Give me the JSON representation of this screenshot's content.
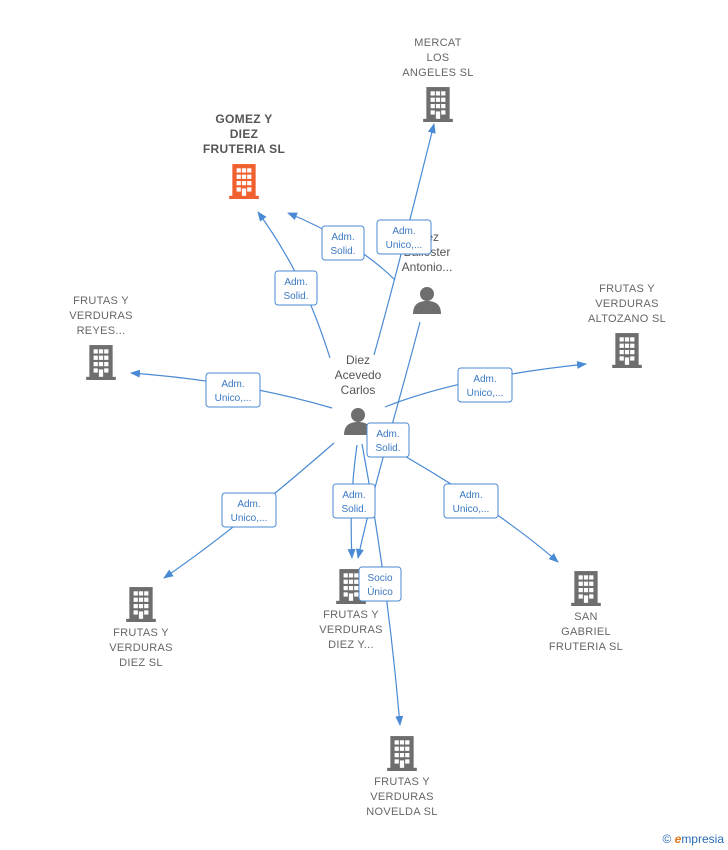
{
  "companies": [
    {
      "id": "gomez",
      "lines": [
        "GOMEZ Y",
        "DIEZ",
        "FRUTERIA  SL"
      ],
      "focus": true
    },
    {
      "id": "mercat",
      "lines": [
        "MERCAT",
        "LOS",
        "ANGELES  SL"
      ]
    },
    {
      "id": "reyes",
      "lines": [
        "FRUTAS Y",
        "VERDURAS",
        "REYES..."
      ]
    },
    {
      "id": "altozano",
      "lines": [
        "FRUTAS Y",
        "VERDURAS",
        "ALTOZANO  SL"
      ]
    },
    {
      "id": "diez-y",
      "lines": [
        "FRUTAS Y",
        "VERDURAS",
        "DIEZ Y..."
      ]
    },
    {
      "id": "diez-sl",
      "lines": [
        "FRUTAS Y",
        "VERDURAS",
        "DIEZ  SL"
      ]
    },
    {
      "id": "san-gabriel",
      "lines": [
        "SAN",
        "GABRIEL",
        "FRUTERIA  SL"
      ]
    },
    {
      "id": "novelda",
      "lines": [
        "FRUTAS Y",
        "VERDURAS",
        "NOVELDA  SL"
      ]
    }
  ],
  "persons": [
    {
      "id": "carlos",
      "lines": [
        "Diez",
        "Acevedo",
        "Carlos"
      ]
    },
    {
      "id": "antonio",
      "lines": [
        "Diez",
        "Ballester",
        "Antonio..."
      ]
    }
  ],
  "edge_labels": [
    {
      "id": "carlos-gomez-1",
      "lines": [
        "Adm.",
        "Solid."
      ]
    },
    {
      "id": "carlos-gomez-2",
      "lines": [
        "Adm.",
        "Solid."
      ]
    },
    {
      "id": "carlos-mercat",
      "lines": [
        "Adm.",
        "Unico,..."
      ]
    },
    {
      "id": "carlos-reyes",
      "lines": [
        "Adm.",
        "Unico,..."
      ]
    },
    {
      "id": "carlos-altozano",
      "lines": [
        "Adm.",
        "Unico,..."
      ]
    },
    {
      "id": "antonio-diezy",
      "lines": [
        "Adm.",
        "Solid."
      ]
    },
    {
      "id": "carlos-diezy",
      "lines": [
        "Adm.",
        "Solid."
      ]
    },
    {
      "id": "carlos-diezsl",
      "lines": [
        "Adm.",
        "Unico,..."
      ]
    },
    {
      "id": "carlos-sangabriel",
      "lines": [
        "Adm.",
        "Unico,..."
      ]
    },
    {
      "id": "carlos-novelda",
      "lines": [
        "Socio",
        "Único"
      ]
    }
  ],
  "colors": {
    "edge": "#4a8ad4",
    "building": "#6e6e6e",
    "focus_building": "#f0612f",
    "person": "#6e6e6e"
  },
  "footer": {
    "copyright": "©",
    "brand_initial": "e",
    "brand_rest": "mpresia"
  }
}
